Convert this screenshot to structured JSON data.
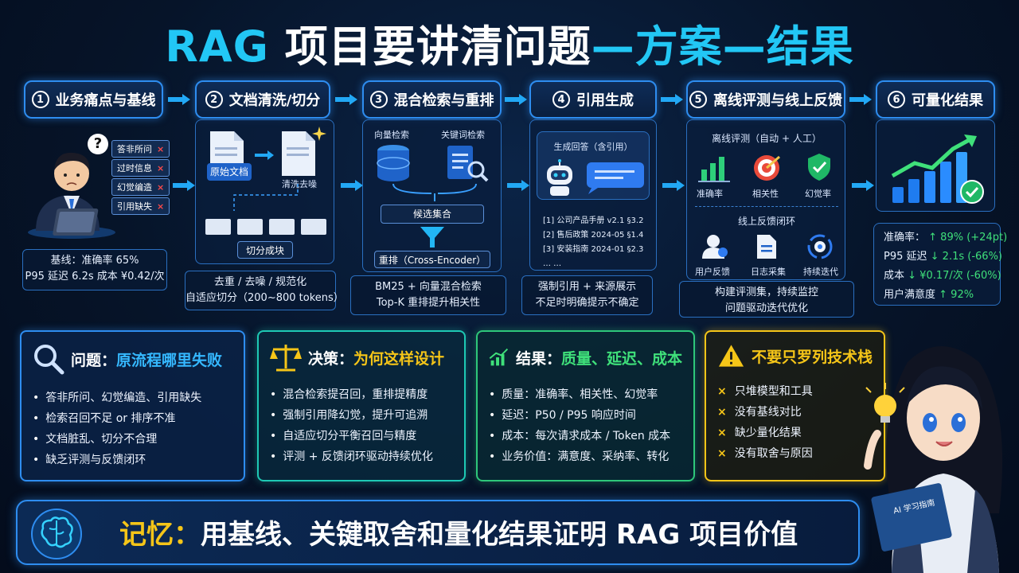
{
  "title": {
    "part1": "RAG",
    "part2": " 项目要讲清问题",
    "part3": "—方案—结果"
  },
  "steps": [
    {
      "num": "1",
      "label": "业务痛点与基线"
    },
    {
      "num": "2",
      "label": "文档清洗/切分"
    },
    {
      "num": "3",
      "label": "混合检索与重排"
    },
    {
      "num": "4",
      "label": "引用生成"
    },
    {
      "num": "5",
      "label": "离线评测与线上反馈"
    },
    {
      "num": "6",
      "label": "可量化结果"
    }
  ],
  "step1": {
    "question_mark": "?",
    "issues": [
      "答非所问",
      "过时信息",
      "幻觉编造",
      "引用缺失"
    ],
    "x_mark": "×",
    "baseline_line1": "基线：准确率 65%",
    "baseline_line2": "P95 延迟 6.2s  成本 ¥0.42/次"
  },
  "step2": {
    "raw_doc": "原始文档",
    "clean_doc": "清洗去噪",
    "chunk_done": "切分成块",
    "caption_line1": "去重 / 去噪 / 规范化",
    "caption_line2": "自适应切分（200~800 tokens）"
  },
  "step3": {
    "vector": "向量检索",
    "keyword": "关键词检索",
    "candidates": "候选集合",
    "rerank": "重排（Cross-Encoder）",
    "caption_line1": "BM25 + 向量混合检索",
    "caption_line2": "Top-K 重排提升相关性"
  },
  "step4": {
    "gen_title": "生成回答（含引用）",
    "refs": [
      "[1] 公司产品手册 v2.1   §3.2",
      "[2] 售后政策 2024-05    §1.4",
      "[3] 安装指南 2024-01    §2.3"
    ],
    "ellipsis": "…  …",
    "caption_line1": "强制引用 + 来源展示",
    "caption_line2": "不足时明确提示不确定"
  },
  "step5": {
    "offline_title": "离线评测（自动 + 人工）",
    "offline_items": [
      "准确率",
      "相关性",
      "幻觉率"
    ],
    "online_title": "线上反馈闭环",
    "online_items": [
      "用户反馈",
      "日志采集",
      "持续迭代"
    ],
    "caption_line1": "构建评测集，持续监控",
    "caption_line2": "问题驱动迭代优化"
  },
  "step6": {
    "results": [
      {
        "label": "准确率：",
        "value": "↑ 89% (+24pt)"
      },
      {
        "label": "P95 延迟",
        "value": "↓ 2.1s  (-66%)"
      },
      {
        "label": "成本",
        "value": "↓ ¥0.17/次 (-60%)"
      },
      {
        "label": "用户满意度",
        "value": "↑ 92%"
      }
    ]
  },
  "cards": {
    "problem": {
      "title_prefix": "问题：",
      "title_main": "原流程哪里失败",
      "items": [
        "答非所问、幻觉编造、引用缺失",
        "检索召回不足 or 排序不准",
        "文档脏乱、切分不合理",
        "缺乏评测与反馈闭环"
      ]
    },
    "decision": {
      "title_prefix": "决策：",
      "title_main": "为何这样设计",
      "items": [
        "混合检索提召回，重排提精度",
        "强制引用降幻觉，提升可追溯",
        "自适应切分平衡召回与精度",
        "评测 + 反馈闭环驱动持续优化"
      ]
    },
    "result": {
      "title_prefix": "结果：",
      "title_main": "质量、延迟、成本",
      "items": [
        "质量：准确率、相关性、幻觉率",
        "延迟：P50 / P95 响应时间",
        "成本：每次请求成本 / Token 成本",
        "业务价值：满意度、采纳率、转化"
      ]
    },
    "warning": {
      "title": "不要只罗列技术栈",
      "items": [
        "只堆模型和工具",
        "没有基线对比",
        "缺少量化结果",
        "没有取舍与原因"
      ]
    }
  },
  "memory": {
    "prefix": "记忆：",
    "text": "用基线、关键取舍和量化结果证明 RAG 项目价值"
  },
  "book_label": "AI 学习指南",
  "colors": {
    "accent": "#22c7f5",
    "border": "#2e8df0",
    "green": "#3fe07a",
    "warn": "#f5c518",
    "danger": "#ff4a4a"
  }
}
